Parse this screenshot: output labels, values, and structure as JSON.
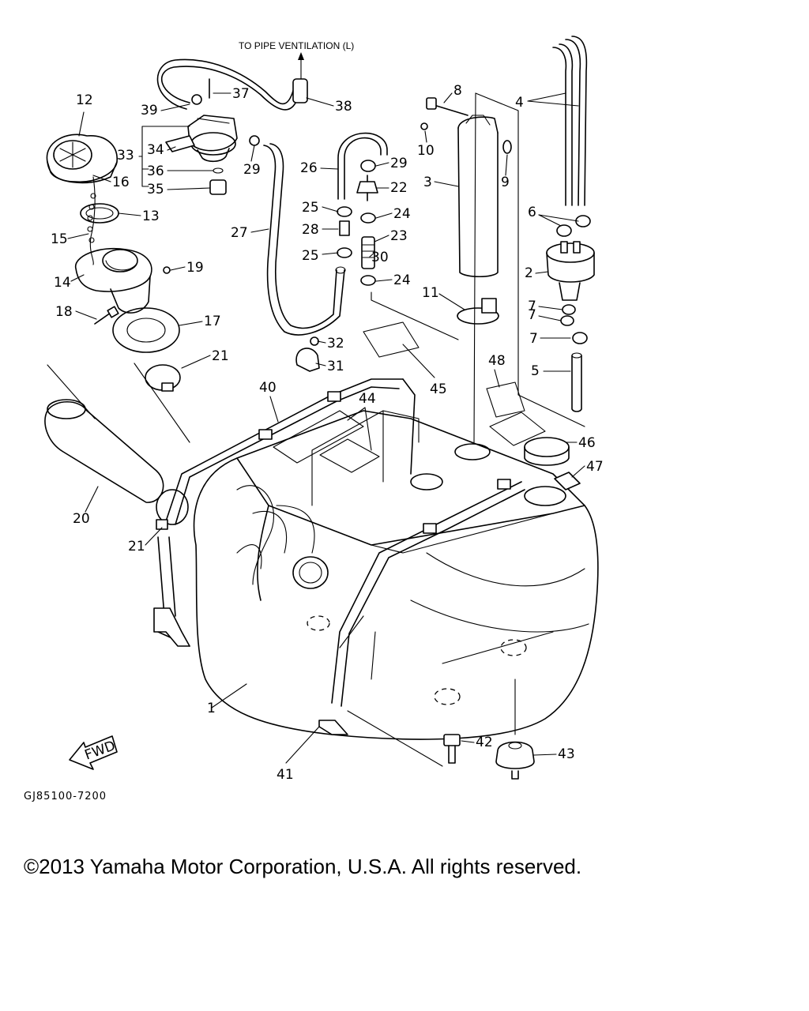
{
  "diagram": {
    "top_note": "TO PIPE VENTILATION (L)",
    "drawing_code": "GJ85100-7200",
    "fwd_label": "FWD",
    "callouts": [
      "1",
      "2",
      "3",
      "4",
      "5",
      "6",
      "7",
      "7",
      "7",
      "8",
      "9",
      "10",
      "11",
      "12",
      "13",
      "14",
      "15",
      "16",
      "17",
      "18",
      "19",
      "20",
      "21",
      "21",
      "22",
      "23",
      "24",
      "24",
      "25",
      "25",
      "26",
      "27",
      "28",
      "29",
      "29",
      "30",
      "31",
      "32",
      "33",
      "34",
      "35",
      "36",
      "37",
      "38",
      "39",
      "40",
      "41",
      "42",
      "43",
      "44",
      "45",
      "46",
      "47",
      "48"
    ]
  },
  "footer": {
    "copyright": "©2013 Yamaha Motor Corporation, U.S.A. All rights reserved."
  }
}
